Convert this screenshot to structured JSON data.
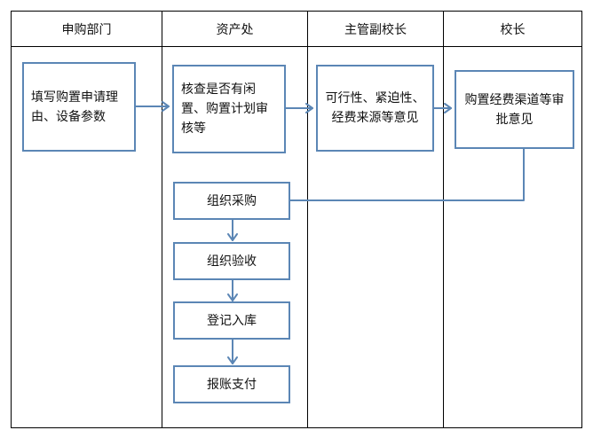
{
  "lanes": [
    {
      "title": "申购部门"
    },
    {
      "title": "资产处"
    },
    {
      "title": "主管副校长"
    },
    {
      "title": "校长"
    }
  ],
  "nodes": {
    "fill_request": "填写购置申请理由、设备参数",
    "verify_assets": "核查是否有闲置、购置计划审核等",
    "feasibility": "可行性、紧迫性、经费来源等意见",
    "approve_funding": "购置经费渠道等审批意见",
    "organize_purchase": "组织采购",
    "organize_acceptance": "组织验收",
    "register_storage": "登记入库",
    "reimburse_payment": "报账支付"
  },
  "colors": {
    "grid_line": "#000000",
    "box_border": "#5b86b5",
    "arrow": "#5b86b5"
  }
}
